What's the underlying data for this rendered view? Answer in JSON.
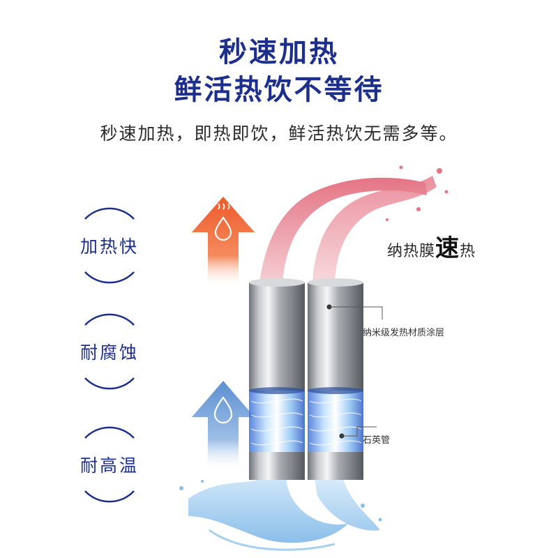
{
  "headline": {
    "line1": "秒速加热",
    "line2": "鲜活热饮不等待"
  },
  "subtitle": "秒速加热，即热即饮，鲜活热饮无需多等。",
  "features": [
    {
      "label": "加热快"
    },
    {
      "label": "耐腐蚀"
    },
    {
      "label": "耐高温"
    }
  ],
  "badge": {
    "before": "纳热膜",
    "emphasis": "速",
    "after": "热"
  },
  "callouts": {
    "coating": "纳米级发热材质涂层",
    "quartz": "石英管"
  },
  "colors": {
    "headline": "#1d2f8c",
    "hot_arrow": "#ee5a2b",
    "cold_arrow": "#6f9fd8",
    "hot_water": "#e8707f",
    "cold_water": "#7fb8e8"
  },
  "icons": {
    "hot_arrow": "steaming-water-drop-icon",
    "cold_arrow": "water-drop-icon"
  }
}
